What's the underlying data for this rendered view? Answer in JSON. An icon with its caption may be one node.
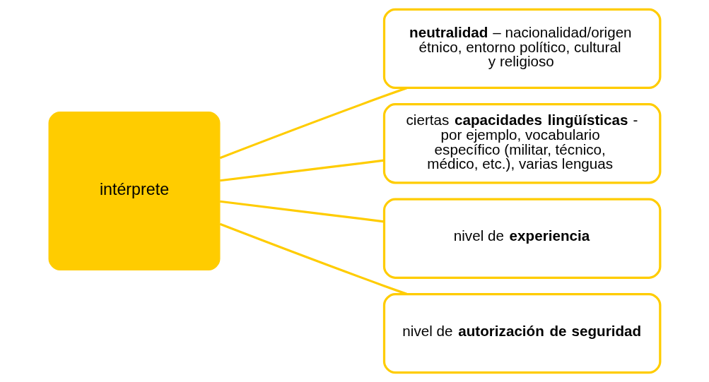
{
  "diagram": {
    "nodes": [
      {
        "text": [
          "intérprete"
        ]
      },
      {
        "text": [
          "**neutralidad** – nacionalidad/origen étnico, entorno político, cultural y religioso"
        ]
      },
      {
        "text": [
          "ciertas **capacidades lingüísticas** - por ejemplo, vocabulario específico (militar, técnico, médico, etc.), varias lenguas"
        ]
      },
      {
        "text": [
          "nivel de **experiencia**"
        ]
      },
      {
        "text": [
          "nivel de **autorización de seguridad**"
        ]
      }
    ],
    "edges": [
      {
        "from": 0,
        "to": 1,
        "arrow": "none"
      },
      {
        "from": 0,
        "to": 2,
        "arrow": "none"
      },
      {
        "from": 0,
        "to": 3,
        "arrow": "none"
      },
      {
        "from": 0,
        "to": 4,
        "arrow": "none"
      }
    ]
  }
}
